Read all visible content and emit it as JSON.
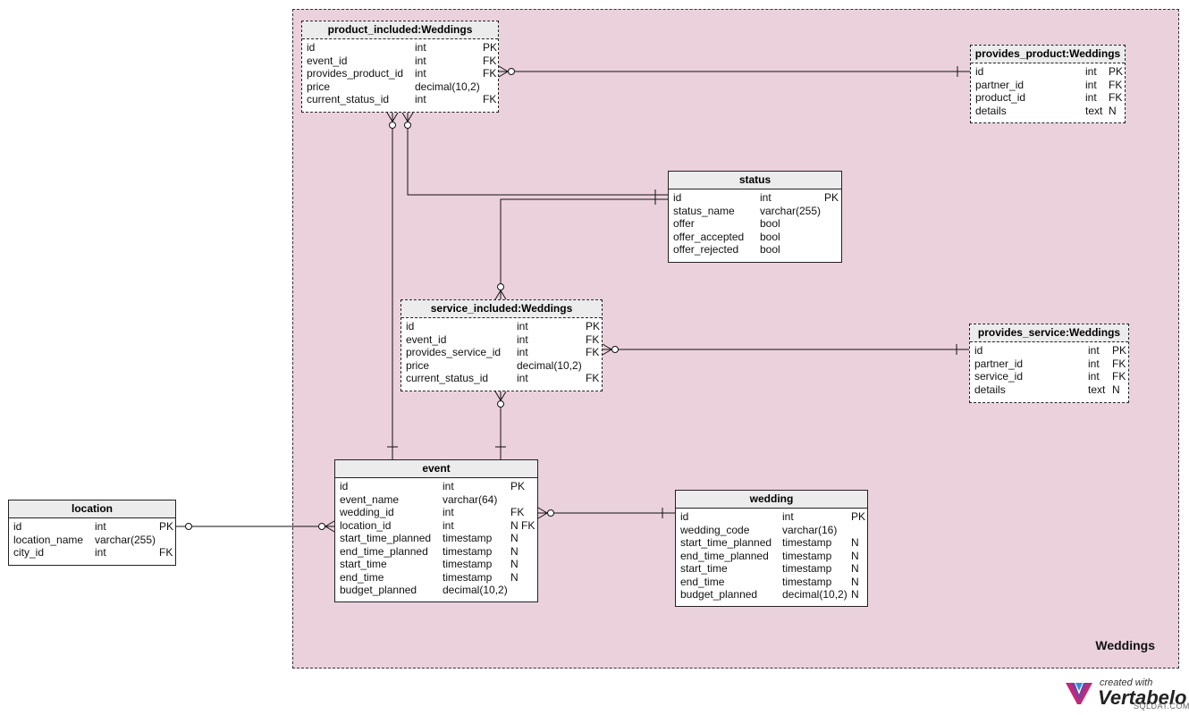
{
  "area": {
    "label": "Weddings",
    "fill": "#ebd1dc"
  },
  "tables": [
    {
      "id": "product_included",
      "title": "product_included:Weddings",
      "ref": true,
      "columns": [
        {
          "name": "id",
          "type": "int",
          "flags": "PK"
        },
        {
          "name": "event_id",
          "type": "int",
          "flags": "FK"
        },
        {
          "name": "provides_product_id",
          "type": "int",
          "flags": "FK"
        },
        {
          "name": "price",
          "type": "decimal(10,2)",
          "flags": ""
        },
        {
          "name": "current_status_id",
          "type": "int",
          "flags": "FK"
        }
      ]
    },
    {
      "id": "provides_product",
      "title": "provides_product:Weddings",
      "ref": true,
      "columns": [
        {
          "name": "id",
          "type": "int",
          "flags": "PK"
        },
        {
          "name": "partner_id",
          "type": "int",
          "flags": "FK"
        },
        {
          "name": "product_id",
          "type": "int",
          "flags": "FK"
        },
        {
          "name": "details",
          "type": "text",
          "flags": "N"
        }
      ]
    },
    {
      "id": "status",
      "title": "status",
      "ref": false,
      "columns": [
        {
          "name": "id",
          "type": "int",
          "flags": "PK"
        },
        {
          "name": "status_name",
          "type": "varchar(255)",
          "flags": ""
        },
        {
          "name": "offer",
          "type": "bool",
          "flags": ""
        },
        {
          "name": "offer_accepted",
          "type": "bool",
          "flags": ""
        },
        {
          "name": "offer_rejected",
          "type": "bool",
          "flags": ""
        }
      ]
    },
    {
      "id": "service_included",
      "title": "service_included:Weddings",
      "ref": true,
      "columns": [
        {
          "name": "id",
          "type": "int",
          "flags": "PK"
        },
        {
          "name": "event_id",
          "type": "int",
          "flags": "FK"
        },
        {
          "name": "provides_service_id",
          "type": "int",
          "flags": "FK"
        },
        {
          "name": "price",
          "type": "decimal(10,2)",
          "flags": ""
        },
        {
          "name": "current_status_id",
          "type": "int",
          "flags": "FK"
        }
      ]
    },
    {
      "id": "provides_service",
      "title": "provides_service:Weddings",
      "ref": true,
      "columns": [
        {
          "name": "id",
          "type": "int",
          "flags": "PK"
        },
        {
          "name": "partner_id",
          "type": "int",
          "flags": "FK"
        },
        {
          "name": "service_id",
          "type": "int",
          "flags": "FK"
        },
        {
          "name": "details",
          "type": "text",
          "flags": "N"
        }
      ]
    },
    {
      "id": "event",
      "title": "event",
      "ref": false,
      "columns": [
        {
          "name": "id",
          "type": "int",
          "flags": "PK"
        },
        {
          "name": "event_name",
          "type": "varchar(64)",
          "flags": ""
        },
        {
          "name": "wedding_id",
          "type": "int",
          "flags": "FK"
        },
        {
          "name": "location_id",
          "type": "int",
          "flags": "N FK"
        },
        {
          "name": "start_time_planned",
          "type": "timestamp",
          "flags": "N"
        },
        {
          "name": "end_time_planned",
          "type": "timestamp",
          "flags": "N"
        },
        {
          "name": "start_time",
          "type": "timestamp",
          "flags": "N"
        },
        {
          "name": "end_time",
          "type": "timestamp",
          "flags": "N"
        },
        {
          "name": "budget_planned",
          "type": "decimal(10,2)",
          "flags": ""
        }
      ]
    },
    {
      "id": "wedding",
      "title": "wedding",
      "ref": false,
      "columns": [
        {
          "name": "id",
          "type": "int",
          "flags": "PK"
        },
        {
          "name": "wedding_code",
          "type": "varchar(16)",
          "flags": ""
        },
        {
          "name": "start_time_planned",
          "type": "timestamp",
          "flags": "N"
        },
        {
          "name": "end_time_planned",
          "type": "timestamp",
          "flags": "N"
        },
        {
          "name": "start_time",
          "type": "timestamp",
          "flags": "N"
        },
        {
          "name": "end_time",
          "type": "timestamp",
          "flags": "N"
        },
        {
          "name": "budget_planned",
          "type": "decimal(10,2)",
          "flags": "N"
        }
      ]
    },
    {
      "id": "location",
      "title": "location",
      "ref": false,
      "columns": [
        {
          "name": "id",
          "type": "int",
          "flags": "PK"
        },
        {
          "name": "location_name",
          "type": "varchar(255)",
          "flags": ""
        },
        {
          "name": "city_id",
          "type": "int",
          "flags": "FK"
        }
      ]
    }
  ],
  "relationships": [
    {
      "from": "product_included",
      "to": "provides_product",
      "from_end": "zero-or-many",
      "to_end": "exactly-one"
    },
    {
      "from": "product_included",
      "to": "status",
      "from_end": "zero-or-many",
      "to_end": "exactly-one"
    },
    {
      "from": "product_included",
      "to": "event",
      "from_end": "zero-or-many",
      "to_end": "exactly-one"
    },
    {
      "from": "service_included",
      "to": "status",
      "from_end": "zero-or-many",
      "to_end": "exactly-one"
    },
    {
      "from": "service_included",
      "to": "provides_service",
      "from_end": "zero-or-many",
      "to_end": "exactly-one"
    },
    {
      "from": "service_included",
      "to": "event",
      "from_end": "zero-or-many",
      "to_end": "exactly-one"
    },
    {
      "from": "event",
      "to": "wedding",
      "from_end": "zero-or-many",
      "to_end": "exactly-one"
    },
    {
      "from": "event",
      "to": "location",
      "from_end": "zero-or-many",
      "to_end": "zero-or-one"
    }
  ],
  "watermark": {
    "created": "created with",
    "name": "Vertabelo",
    "site": "SQLDAT.COM"
  }
}
